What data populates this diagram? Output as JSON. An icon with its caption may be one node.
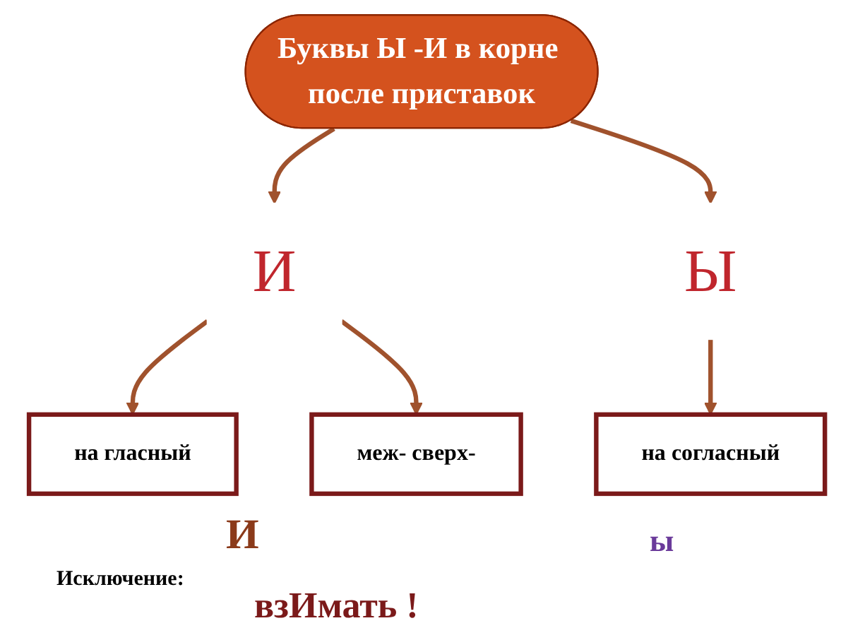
{
  "diagram": {
    "nodes": [
      {
        "text": [
          "Буквы Ы -И в корне после приставок"
        ]
      },
      {
        "text": [
          "И"
        ]
      },
      {
        "text": [
          "Ы"
        ]
      },
      {
        "text": [
          "на гласный"
        ]
      },
      {
        "text": [
          "меж- сверх-"
        ]
      },
      {
        "text": [
          "на согласный"
        ]
      }
    ],
    "edges": [
      {
        "from": 0,
        "to": 1,
        "arrow": "to"
      },
      {
        "from": 0,
        "to": 2,
        "arrow": "to"
      },
      {
        "from": 1,
        "to": 3,
        "arrow": "to"
      },
      {
        "from": 1,
        "to": 4,
        "arrow": "to"
      },
      {
        "from": 2,
        "to": 5,
        "arrow": "to"
      }
    ],
    "labels": [
      "И",
      "Исключение:",
      "взИмать !",
      "ы"
    ]
  }
}
